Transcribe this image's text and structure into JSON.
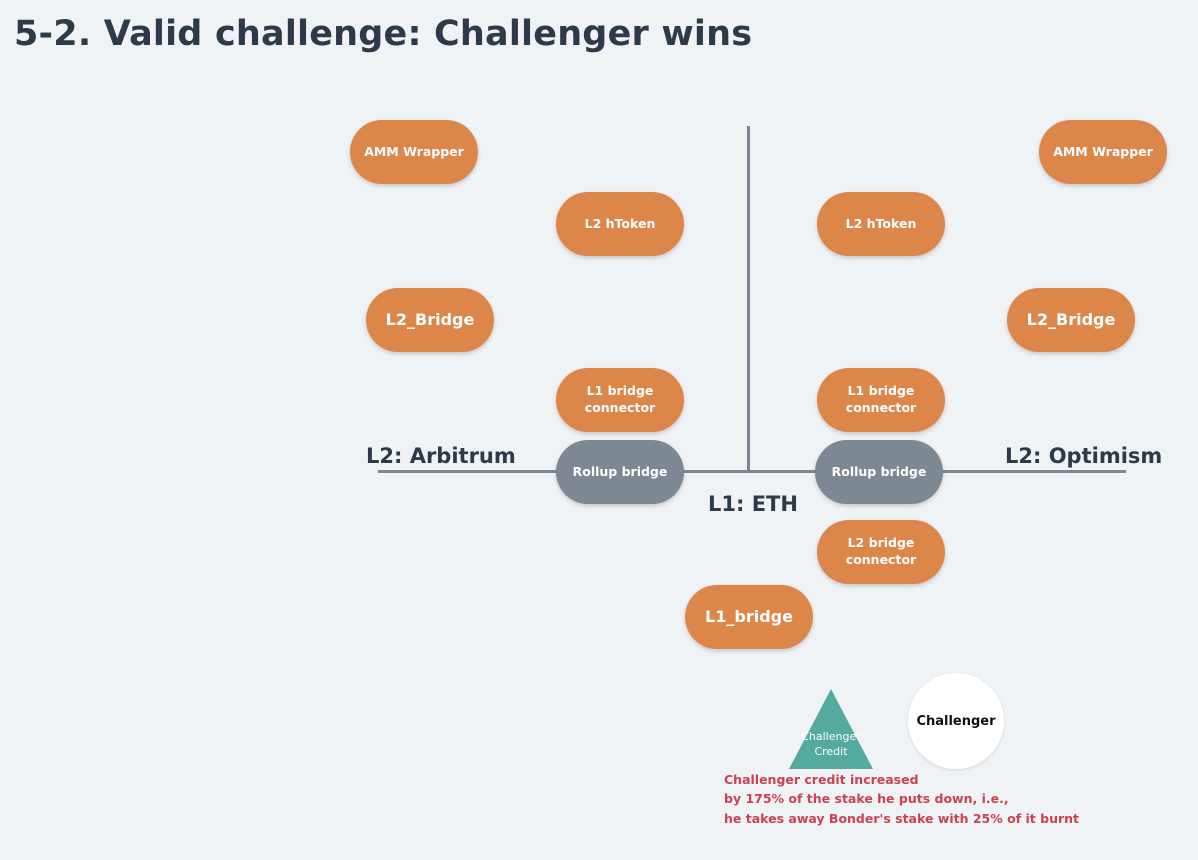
{
  "title": "5-2. Valid challenge: Challenger wins",
  "labels": {
    "arbitrum": "L2: Arbitrum",
    "optimism": "L2: Optimism",
    "eth": "L1: ETH"
  },
  "nodes": {
    "left_amm_wrapper": "AMM Wrapper",
    "left_l2_htoken": "L2 hToken",
    "left_l2_bridge": "L2_Bridge",
    "left_l1_bridge_connector": "L1 bridge\nconnector",
    "left_rollup_bridge": "Rollup bridge",
    "right_amm_wrapper": "AMM Wrapper",
    "right_l2_htoken": "L2 hToken",
    "right_l2_bridge": "L2_Bridge",
    "right_l1_bridge_connector": "L1 bridge\nconnector",
    "right_rollup_bridge": "Rollup bridge",
    "l2_bridge_connector": "L2 bridge\nconnector",
    "l1_bridge": "L1_bridge"
  },
  "challenger_credit": "Challenger\nCredit",
  "challenger": "Challenger",
  "note": [
    "Challenger credit increased",
    "by 175% of the stake he puts down, i.e.,",
    "he takes away Bonder's stake with 25% of it burnt"
  ],
  "colors": {
    "background": "#f0f3f6",
    "node_orange": "#dc8749",
    "node_gray": "#7e8893",
    "credit_teal": "#55aa9e",
    "note_red": "#cc4155",
    "text_dark": "#2d3a4a"
  }
}
